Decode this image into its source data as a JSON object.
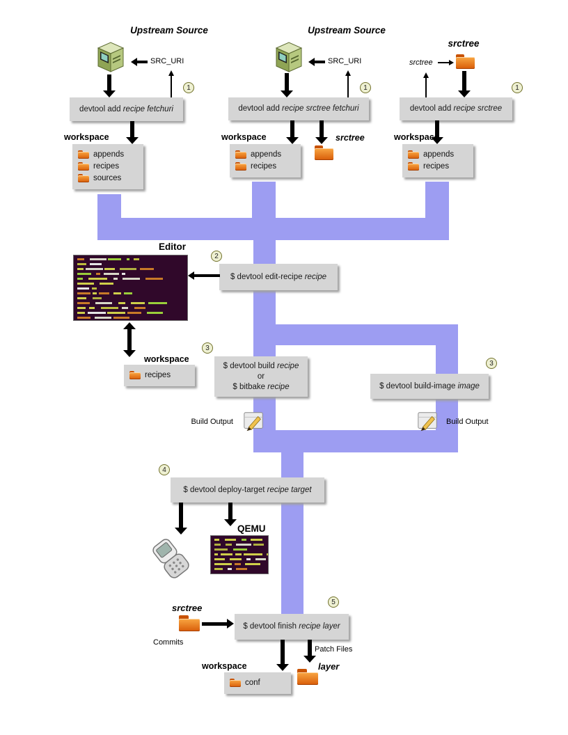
{
  "colors": {
    "pipe": "#9d9df2",
    "box_bg": "#d5d5d5",
    "folder": "#e87511",
    "badge_border": "#72722c",
    "terminal_bg": "#30082a"
  },
  "col1": {
    "title": "Upstream Source",
    "src_uri": "SRC_URI",
    "step": "1",
    "cmd": {
      "prefix": "devtool add ",
      "args": "recipe fetchuri"
    },
    "workspace_label": "workspace",
    "items": [
      "appends",
      "recipes",
      "sources"
    ]
  },
  "col2": {
    "title": "Upstream Source",
    "src_uri": "SRC_URI",
    "step": "1",
    "cmd": {
      "prefix": "devtool add ",
      "args": "recipe srctree fetchuri"
    },
    "workspace_label": "workspace",
    "items": [
      "appends",
      "recipes"
    ],
    "srctree_label": "srctree"
  },
  "col3": {
    "title": "srctree",
    "srctree_small": "srctree",
    "step": "1",
    "cmd": {
      "prefix": "devtool add ",
      "args": "recipe srctree"
    },
    "workspace_label": "workspace",
    "items": [
      "appends",
      "recipes"
    ]
  },
  "editor": {
    "title": "Editor",
    "step": "2",
    "cmd": {
      "prefix": "$ devtool edit-recipe ",
      "args": "recipe"
    },
    "workspace_label": "workspace",
    "items": [
      "recipes"
    ]
  },
  "build": {
    "step": "3",
    "line1": {
      "prefix": "$ devtool build ",
      "args": "recipe"
    },
    "or": "or",
    "line2": {
      "prefix": "$ bitbake ",
      "args": "recipe"
    },
    "output_label": "Build Output"
  },
  "build_image": {
    "step": "3",
    "cmd": {
      "prefix": "$ devtool build-image ",
      "args": "image"
    },
    "output_label": "Build Output"
  },
  "deploy": {
    "step": "4",
    "cmd": {
      "prefix": "$ devtool deploy-target ",
      "args": "recipe target"
    },
    "qemu_label": "QEMU"
  },
  "finish": {
    "step": "5",
    "srctree_label": "srctree",
    "commits_label": "Commits",
    "cmd": {
      "prefix": "$ devtool finish ",
      "args": "recipe layer"
    },
    "patch_files_label": "Patch Files",
    "workspace_label": "workspace",
    "items": [
      "conf"
    ],
    "layer_label": "layer"
  }
}
